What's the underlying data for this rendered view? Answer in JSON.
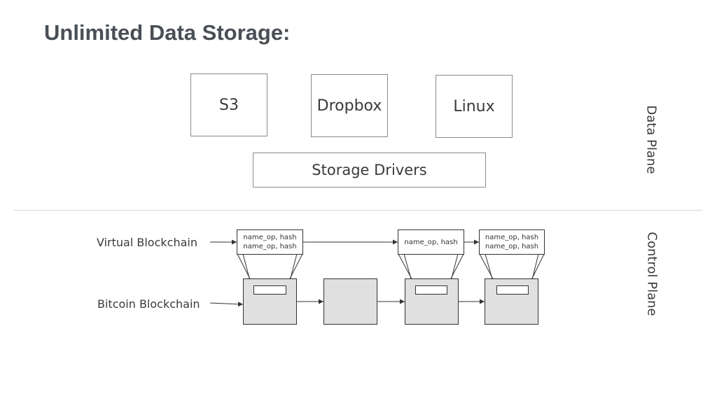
{
  "title": "Unlimited Data Storage:",
  "services": [
    "S3",
    "Dropbox",
    "Linux"
  ],
  "storage_drivers": "Storage Drivers",
  "planes": {
    "data": "Data Plane",
    "control": "Control Plane"
  },
  "rows": {
    "virtual": "Virtual Blockchain",
    "bitcoin": "Bitcoin Blockchain"
  },
  "op_boxes": [
    [
      "name_op, hash",
      "name_op, hash"
    ],
    [
      "name_op, hash"
    ],
    [
      "name_op, hash",
      "name_op, hash"
    ]
  ],
  "colors": {
    "title": "#4a4f55",
    "block_fill": "#e0e0e0",
    "divider": "#d6d6d6"
  }
}
